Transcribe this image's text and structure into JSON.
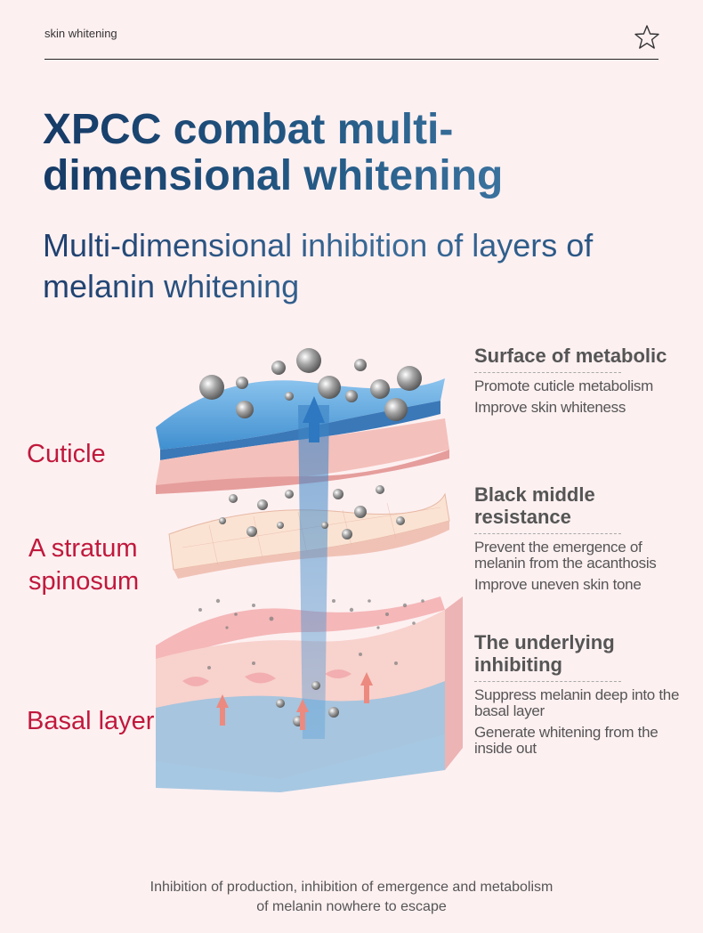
{
  "header": {
    "tag": "skin whitening"
  },
  "title": "XPCC combat multi-dimensional whitening",
  "subtitle": "Multi-dimensional inhibition of layers of melanin whitening",
  "layers": {
    "cuticle": "Cuticle",
    "spinosum": "A stratum spinosum",
    "basal": "Basal layer"
  },
  "sections": [
    {
      "heading": "Surface of metabolic",
      "items": [
        "Promote cuticle metabolism",
        "Improve skin whiteness"
      ]
    },
    {
      "heading": "Black middle resistance",
      "items": [
        "Prevent the emergence of melanin from the acanthosis",
        "Improve uneven skin tone"
      ]
    },
    {
      "heading": "The underlying inhibiting",
      "items": [
        "Suppress melanin deep into the basal layer",
        "Generate whitening from the inside out"
      ]
    }
  ],
  "footer": {
    "line1": "Inhibition of production, inhibition of emergence and metabolism",
    "line2": "of melanin nowhere to escape"
  },
  "colors": {
    "label_red": "#c0193c",
    "title_navy": "#1a416d",
    "background": "#fdf0f1"
  },
  "icons": {
    "header": "star-outline-icon"
  }
}
